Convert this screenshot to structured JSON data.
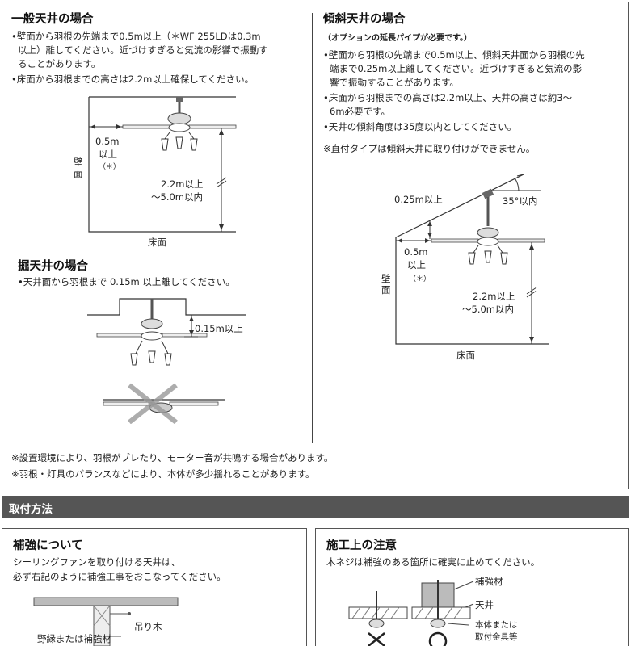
{
  "general": {
    "title": "一般天井の場合",
    "b1": "•壁面から羽根の先端まで0.5m以上（＊WF 255LDは0.3m以上）離してください。近づけすぎると気流の影響で振動することがあります。",
    "b1_l1": "•壁面から羽根の先端まで0.5m以上（＊WF 255LDは0.3m",
    "b1_l2": "以上）離してください。近づけすぎると気流の影響で振動す",
    "b1_l3": "ることがあります。",
    "b2": "•床面から羽根までの高さは2.2m以上確保してください。",
    "wall": "壁面",
    "dist": "0.5m",
    "dist2": "以上",
    "star": "（＊）",
    "h1": "2.2m以上",
    "h2": "～5.0m以内",
    "floor": "床面"
  },
  "sunken": {
    "title": "掘天井の場合",
    "b1": "•天井面から羽根まで 0.15m 以上離してください。",
    "dist": "0.15m以上"
  },
  "sloped": {
    "title": "傾斜天井の場合",
    "sub": "（オプションの延長パイプが必要です。）",
    "b1_l1": "•壁面から羽根の先端まで0.5m以上、傾斜天井面から羽根の先",
    "b1_l2": "端まで0.25m以上離してください。近づけすぎると気流の影",
    "b1_l3": "響で振動することがあります。",
    "b2_l1": "•床面から羽根までの高さは2.2m以上、天井の高さは約3～",
    "b2_l2": "6m必要です。",
    "b3": "•天井の傾斜角度は35度以内としてください。",
    "note": "※直付タイプは傾斜天井に取り付けができません。",
    "ceil_dist": "0.25m以上",
    "angle": "35°以内",
    "dist": "0.5m",
    "dist2": "以上",
    "star": "（＊）",
    "wall": "壁面",
    "h1": "2.2m以上",
    "h2": "～5.0m以内",
    "floor": "床面"
  },
  "notes": {
    "n1": "※設置環境により、羽根がブレたり、モーター音が共鳴する場合があります。",
    "n2": "※羽根・灯具のバランスなどにより、本体が多少揺れることがあります。"
  },
  "section": {
    "title": "取付方法"
  },
  "reinforce": {
    "title": "補強について",
    "l1": "シーリングファンを取り付ける天井は、",
    "l2": "必ず右記のように補強工事をおこなってください。",
    "label_hanger": "吊り木",
    "label_frame": "野縁または補強材"
  },
  "caution": {
    "title": "施工上の注意",
    "l1": "木ネジは補強のある箇所に確実に止めてください。",
    "label_reinf": "補強材",
    "label_ceiling": "天井",
    "label_body1": "本体または",
    "label_body2": "取付金具等"
  }
}
